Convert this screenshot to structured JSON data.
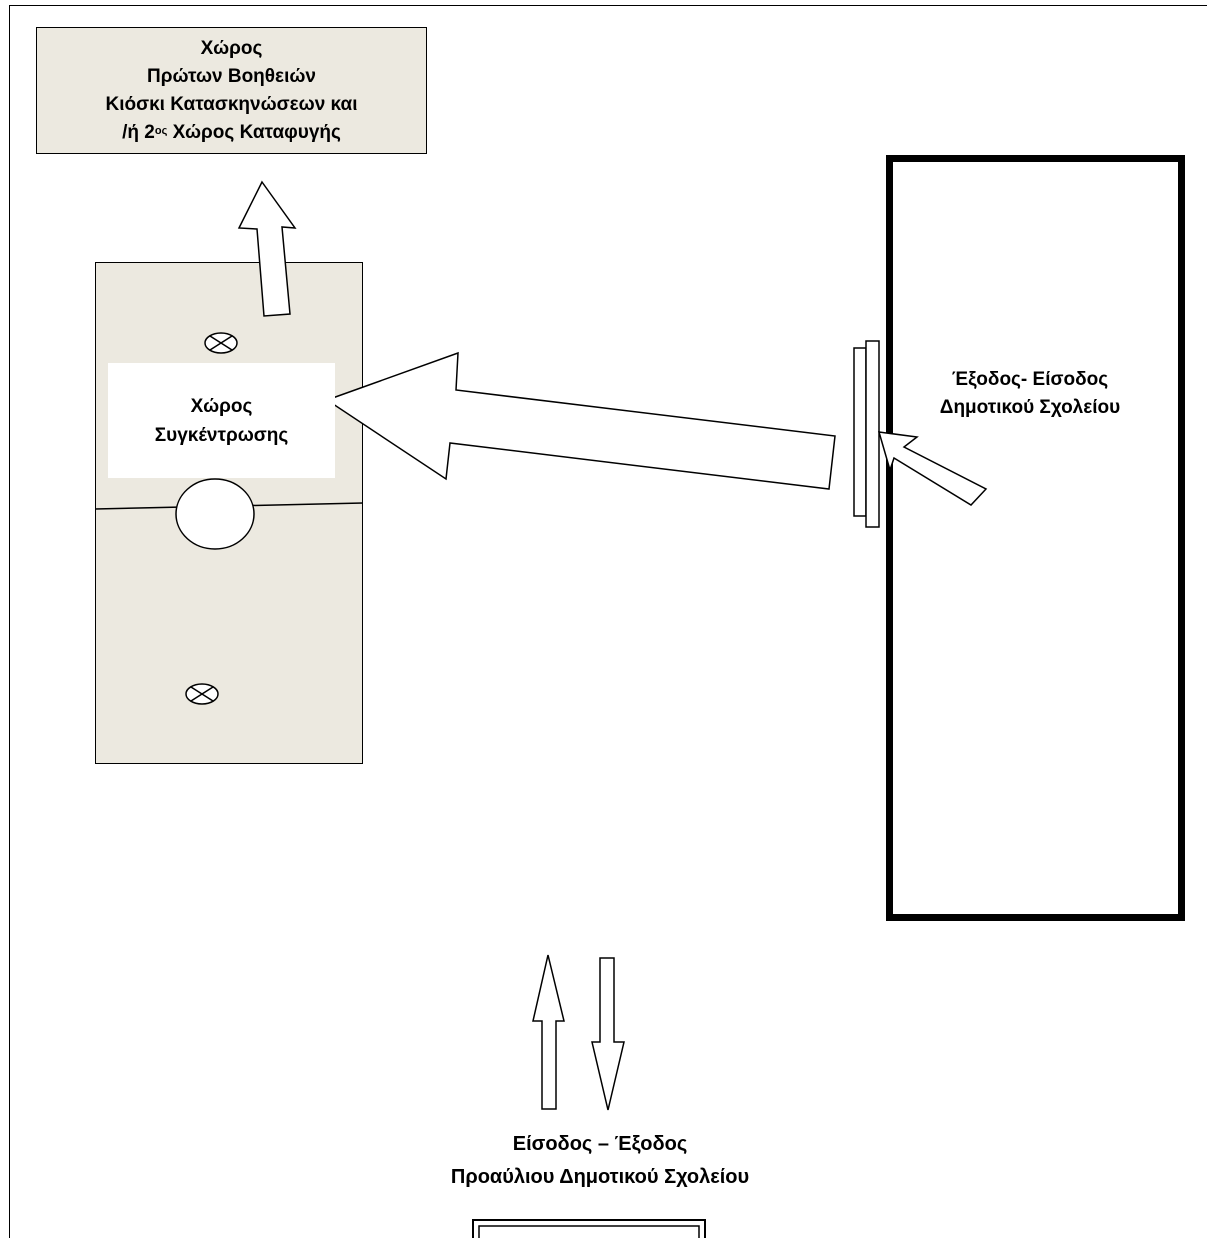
{
  "first_aid": {
    "line1": "Χώρος",
    "line2": "Πρώτων Βοηθειών",
    "line3": "Κιόσκι Κατασκηνώσεων και",
    "line4_pre": "/ή 2",
    "line4_sup": "ος",
    "line4_post": " Χώρος Καταφυγής"
  },
  "assembly": {
    "line1": "Χώρος",
    "line2": "Συγκέντρωσης"
  },
  "school_door": {
    "line1": "Έξοδος- Είσοδος",
    "line2": "Δημοτικού Σχολείου"
  },
  "yard_entrance": {
    "line1": "Είσοδος – Έξοδος",
    "line2": "Προαύλιου Δημοτικού Σχολείου"
  },
  "colors": {
    "area_fill": "#ece9e0",
    "line": "#000000",
    "background": "#ffffff"
  }
}
